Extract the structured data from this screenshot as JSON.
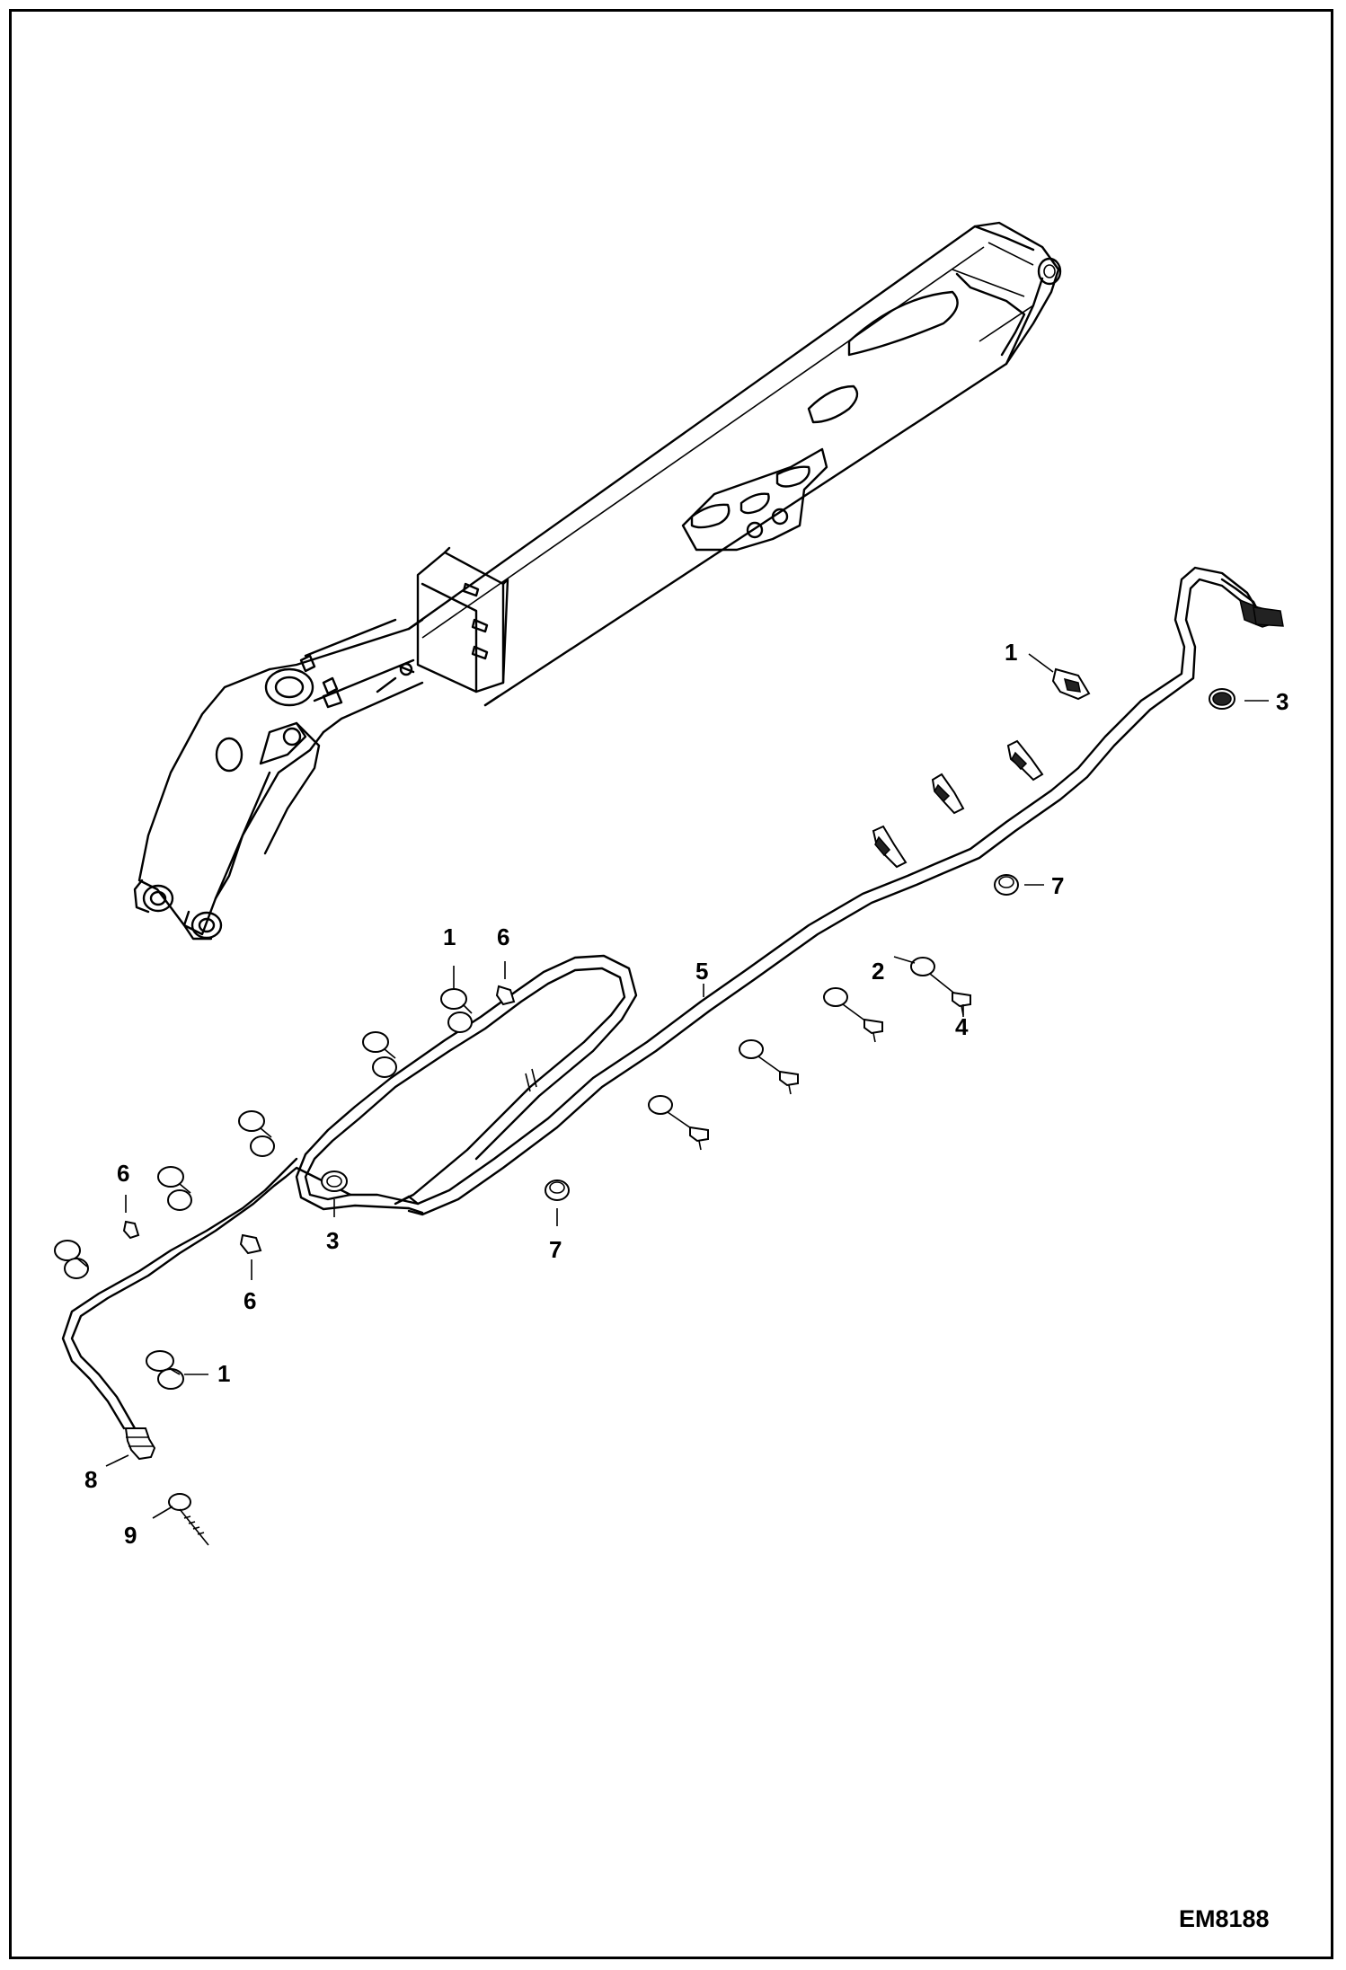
{
  "drawing_id": "EM8188",
  "callouts": {
    "c1a": "1",
    "c1b": "1",
    "c1c": "1",
    "c2": "2",
    "c3a": "3",
    "c3b": "3",
    "c4": "4",
    "c5": "5",
    "c6a": "6",
    "c6b": "6",
    "c6c": "6",
    "c7a": "7",
    "c7b": "7",
    "c8": "8",
    "c9": "9"
  }
}
